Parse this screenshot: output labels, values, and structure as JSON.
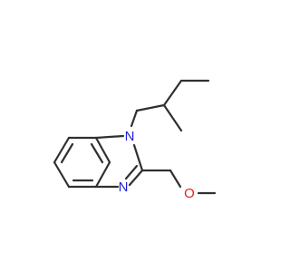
{
  "molecule": {
    "atoms": {
      "n1": {
        "symbol": "N",
        "color": "#1f1fd6"
      },
      "n3": {
        "symbol": "N",
        "color": "#1f1fd6"
      },
      "o": {
        "symbol": "O",
        "color": "#e81c1c"
      }
    },
    "bond_color": "#303030",
    "background": "#ffffff"
  }
}
